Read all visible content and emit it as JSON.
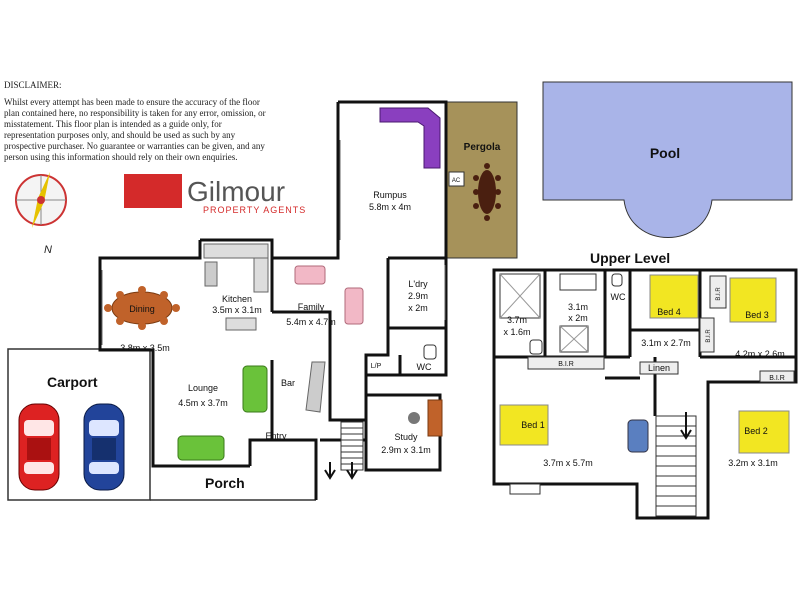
{
  "disclaimer": {
    "title": "DISCLAIMER:",
    "text": "Whilst every attempt has been made to ensure the accuracy of the floor plan contained here, no responsibility is taken for any error, omission, or misstatement. This floor plan is intended as a guide only, for representation purposes only, and should be used as such by any prospective purchaser. No guarantee or warranties can be given, and any person using this information should rely on their own enquiries."
  },
  "brand": {
    "name": "Gilmour",
    "tagline": "PROPERTY AGENTS",
    "color": "#d42a2a"
  },
  "compass": {
    "label": "N"
  },
  "areas": {
    "pool": "Pool",
    "pergola": "Pergola",
    "ac": "AC",
    "carport": "Carport",
    "porch": "Porch",
    "upper_level": "Upper Level"
  },
  "ground_rooms": {
    "rumpus": {
      "name": "Rumpus",
      "size": "5.8m x 4m"
    },
    "dining": {
      "name": "Dining",
      "size": "3.8m x 3.5m"
    },
    "kitchen": {
      "name": "Kitchen",
      "size": "3.5m x 3.1m"
    },
    "family": {
      "name": "Family",
      "size": "5.4m x 4.7m"
    },
    "laundry": {
      "name": "L'dry",
      "size1": "2.9m",
      "size2": "x 2m"
    },
    "lp": "L/P",
    "wc": "WC",
    "lounge": {
      "name": "Lounge",
      "size": "4.5m x 3.7m"
    },
    "bar": "Bar",
    "entry": "Entry",
    "study": {
      "name": "Study",
      "size": "2.9m x 3.1m"
    }
  },
  "upper_rooms": {
    "bath1": {
      "size1": "3.7m",
      "size2": "x 1.6m"
    },
    "bath2": {
      "size1": "3.1m",
      "size2": "x 2m"
    },
    "wc": "WC",
    "bed4": {
      "name": "Bed 4",
      "size": "3.1m x 2.7m"
    },
    "bed3": {
      "name": "Bed 3",
      "size": "4.2m x 2.6m"
    },
    "bir": "B.I.R",
    "bed1": {
      "name": "Bed 1",
      "size": "3.7m x 5.7m"
    },
    "linen": "Linen",
    "bed2": {
      "name": "Bed 2",
      "size": "3.2m x 3.1m"
    }
  },
  "colors": {
    "wall": "#111111",
    "pool": "#a9b4e8",
    "pergola": "#a6925a",
    "couch_purple": "#8a3fbf",
    "couch_pink": "#f2b8c6",
    "couch_green": "#6ac23a",
    "dining_table": "#c0622a",
    "bed": "#f2e622",
    "car_red": "#dd2222",
    "car_blue": "#22449a"
  }
}
